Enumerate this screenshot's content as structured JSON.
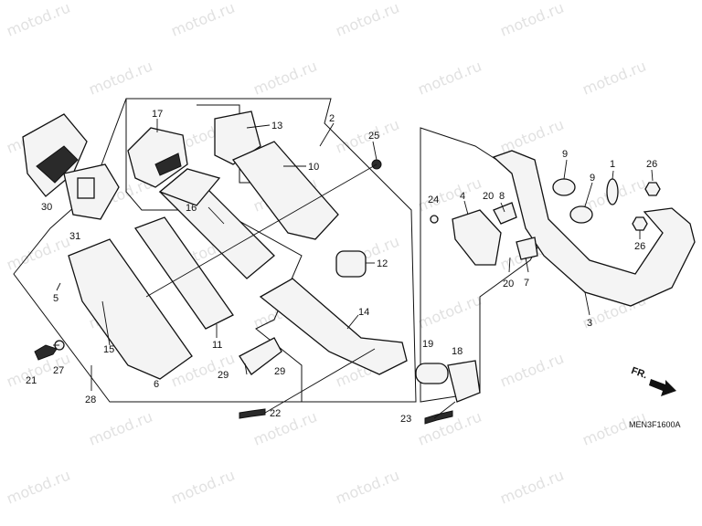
{
  "watermark": "motod.ru",
  "diagram_code": "MEN3F1600A",
  "front_label": "FR.",
  "callouts": {
    "c1": "1",
    "c2": "2",
    "c3": "3",
    "c4": "4",
    "c5": "5",
    "c6": "6",
    "c7": "7",
    "c8": "8",
    "c9a": "9",
    "c9b": "9",
    "c10": "10",
    "c11": "11",
    "c12": "12",
    "c13": "13",
    "c14": "14",
    "c15": "15",
    "c16": "16",
    "c17": "17",
    "c18": "18",
    "c19": "19",
    "c20a": "20",
    "c20b": "20",
    "c21": "21",
    "c22": "22",
    "c23": "23",
    "c24": "24",
    "c25": "25",
    "c26a": "26",
    "c26b": "26",
    "c27": "27",
    "c28": "28",
    "c29a": "29",
    "c29b": "29",
    "c30": "30",
    "c31": "31"
  }
}
